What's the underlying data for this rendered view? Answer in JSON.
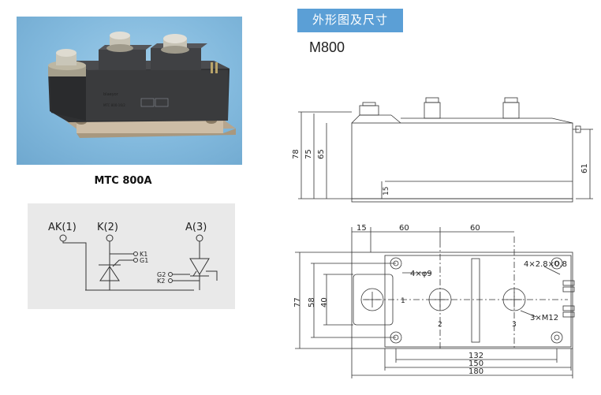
{
  "title_badge": "外形图及尺寸",
  "model": "M800",
  "photo": {
    "caption": "MTC 800A",
    "brand_text": "blaeyor",
    "module_marking": "MTC 800-16/2",
    "colors": {
      "background": "#8cc2e2",
      "housing": "#3a3b3d",
      "base": "#c9b9a2",
      "terminal": "#c8c8c0"
    }
  },
  "circuit": {
    "terminals": [
      "AK(1)",
      "K(2)",
      "A(3)"
    ],
    "gate_pins_upper": [
      "K1",
      "G1"
    ],
    "gate_pins_lower": [
      "G2",
      "K2"
    ]
  },
  "side_view": {
    "dims": [
      "78",
      "75",
      "65",
      "61",
      "15"
    ]
  },
  "top_view": {
    "top_dims": [
      "15",
      "60",
      "60"
    ],
    "left_dims": [
      "77",
      "58",
      "40"
    ],
    "bottom_dims": [
      "132",
      "150",
      "180"
    ],
    "hole_note": "4×φ9",
    "pin_note": "4×2.8×0.8",
    "screw_note": "3×M12",
    "terminal_numbers": [
      "1",
      "2",
      "3"
    ]
  },
  "colors": {
    "accent": "#5b9fd6",
    "panel": "#e9e9e9",
    "line": "#333333"
  }
}
